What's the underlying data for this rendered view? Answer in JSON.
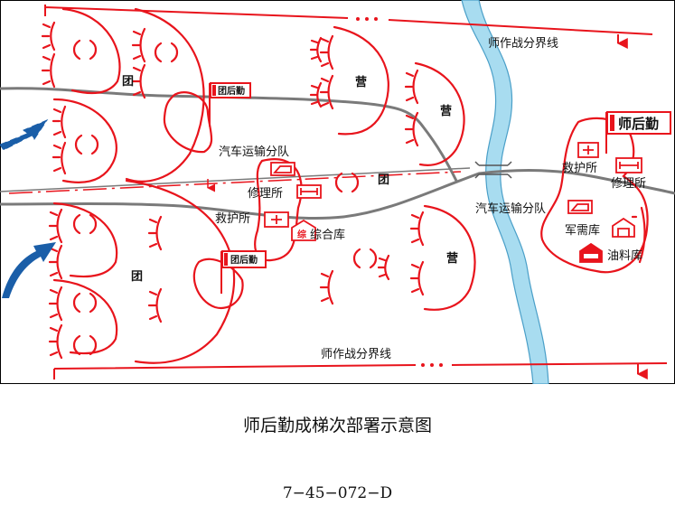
{
  "map": {
    "boundary_label_top": "师作战分界线",
    "boundary_label_bottom": "师作战分界线",
    "units": {
      "regiment_top": "团",
      "regiment_center": "团",
      "regiment_bottom": "团",
      "battalion_top_a": "营",
      "battalion_top_b": "营",
      "battalion_bottom": "营"
    },
    "flags": {
      "rear_top": "团后勤",
      "rear_bottom": "团后勤",
      "division_rear": "师后勤"
    },
    "facilities": {
      "transport_center": "汽车运输分队",
      "repair_center": "修理所",
      "aid_center": "救护所",
      "depot_center": "综合库",
      "depot_symbol": "综",
      "transport_right": "汽车运输分队",
      "aid_right": "救护所",
      "repair_right": "修理所",
      "quartermaster_right": "军需库",
      "fuel_right": "油料库"
    },
    "colors": {
      "troops": "#e8141c",
      "road": "#707070",
      "river": "#a8dcf0",
      "attack_arrow": "#1a5ea8"
    }
  },
  "caption": "师后勤成梯次部署示意图",
  "code": "7−45−072−D"
}
